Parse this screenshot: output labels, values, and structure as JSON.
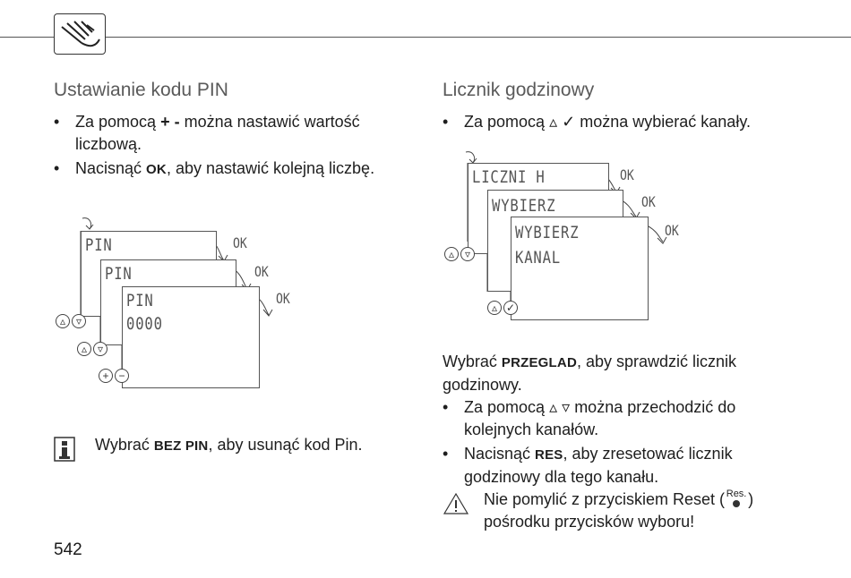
{
  "left": {
    "title": "Ustawianie kodu PIN",
    "bullet1_a": "Za pomocą",
    "plus": "+",
    "minus": "-",
    "bullet1_b": "można nastawić wartość",
    "bullet1_c": "liczbową.",
    "bullet2_a": "Nacisnąć",
    "bullet2_key": "OK",
    "bullet2_b": ", aby nastawić kolejną liczbę.",
    "lcd": {
      "screen1": "PIN",
      "screen2": "PIN",
      "screen3_l1": "PIN",
      "screen3_l2": "0000",
      "ok": "OK"
    },
    "info_a": "Wybrać",
    "info_key": "BEZ PIN",
    "info_b": ", aby usunąć kod Pin."
  },
  "right": {
    "title": "Licznik godzinowy",
    "bullet1_a": "Za pomocą",
    "bullet1_b": "można wybierać kanały.",
    "lcd": {
      "screen1": "LICZNI H",
      "screen2": "WYBIERZ",
      "screen3_l1": "WYBIERZ",
      "screen3_l2": "KANAL",
      "ok": "OK"
    },
    "para_a": "Wybrać",
    "para_key": "PRZEGLAD",
    "para_b": ", aby sprawdzić licznik",
    "para_c": "godzinowy.",
    "bullet2_a": "Za pomocą",
    "bullet2_b": "można przechodzić do",
    "bullet2_c": "kolejnych kanałów.",
    "bullet3_a": "Nacisnąć",
    "bullet3_key": "RES",
    "bullet3_b": ", aby zresetować licznik",
    "bullet3_c": "godzinowy dla tego kanału.",
    "warn_a": "Nie pomylić z przyciskiem Reset (",
    "warn_res": "Res.",
    "warn_b": ")",
    "warn_c": "pośrodku przycisków wyboru!"
  },
  "page_number": "542",
  "icons": [
    "hand-press-icon",
    "info-icon",
    "warning-icon",
    "up-arrow-icon",
    "down-arrow-icon",
    "check-icon",
    "plus-icon",
    "minus-icon"
  ]
}
